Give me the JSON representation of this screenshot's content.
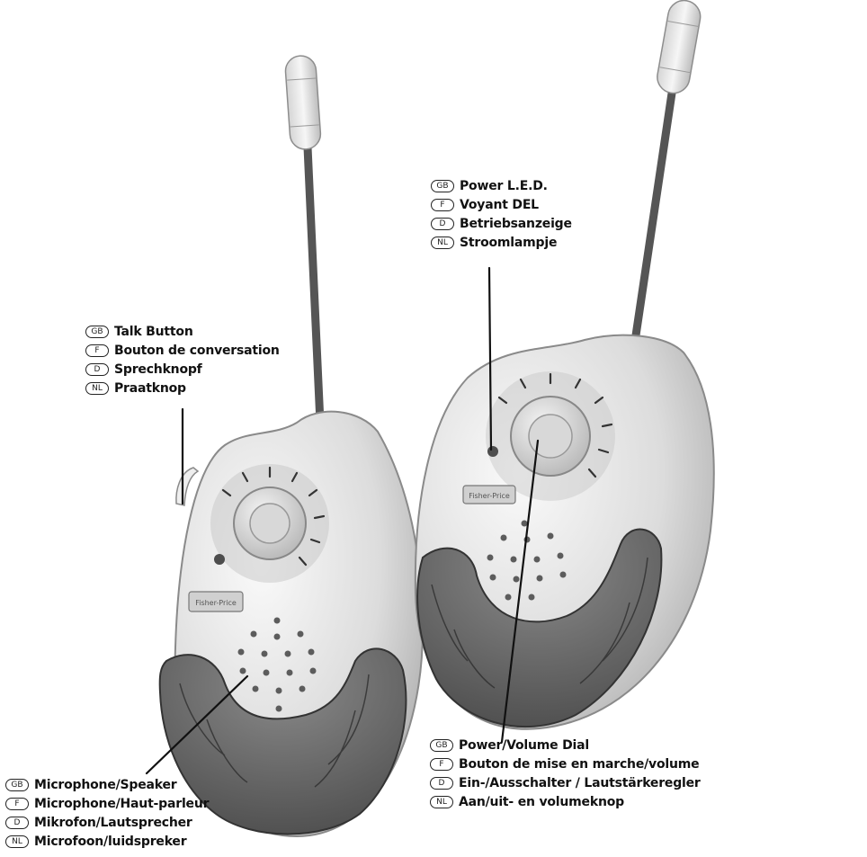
{
  "callouts": {
    "power_led": {
      "rows": [
        {
          "lang": "GB",
          "text": "Power L.E.D."
        },
        {
          "lang": "F",
          "text": "Voyant DEL"
        },
        {
          "lang": "D",
          "text": "Betriebsanzeige"
        },
        {
          "lang": "NL",
          "text": "Stroomlampje"
        }
      ]
    },
    "talk_button": {
      "rows": [
        {
          "lang": "GB",
          "text": "Talk Button"
        },
        {
          "lang": "F",
          "text": "Bouton de conversation"
        },
        {
          "lang": "D",
          "text": "Sprechknopf"
        },
        {
          "lang": "NL",
          "text": "Praatknop"
        }
      ]
    },
    "volume_dial": {
      "rows": [
        {
          "lang": "GB",
          "text": "Power/Volume Dial"
        },
        {
          "lang": "F",
          "text": "Bouton de mise en marche/volume"
        },
        {
          "lang": "D",
          "text": "Ein-/Ausschalter / Lautstärkeregler"
        },
        {
          "lang": "NL",
          "text": "Aan/uit- en volumeknop"
        }
      ]
    },
    "microphone": {
      "rows": [
        {
          "lang": "GB",
          "text": "Microphone/Speaker"
        },
        {
          "lang": "F",
          "text": "Microphone/Haut-parleur"
        },
        {
          "lang": "D",
          "text": "Mikrofon/Lautsprecher"
        },
        {
          "lang": "NL",
          "text": "Microfoon/luidspreker"
        }
      ]
    }
  },
  "logo_text": "Fisher-Price"
}
